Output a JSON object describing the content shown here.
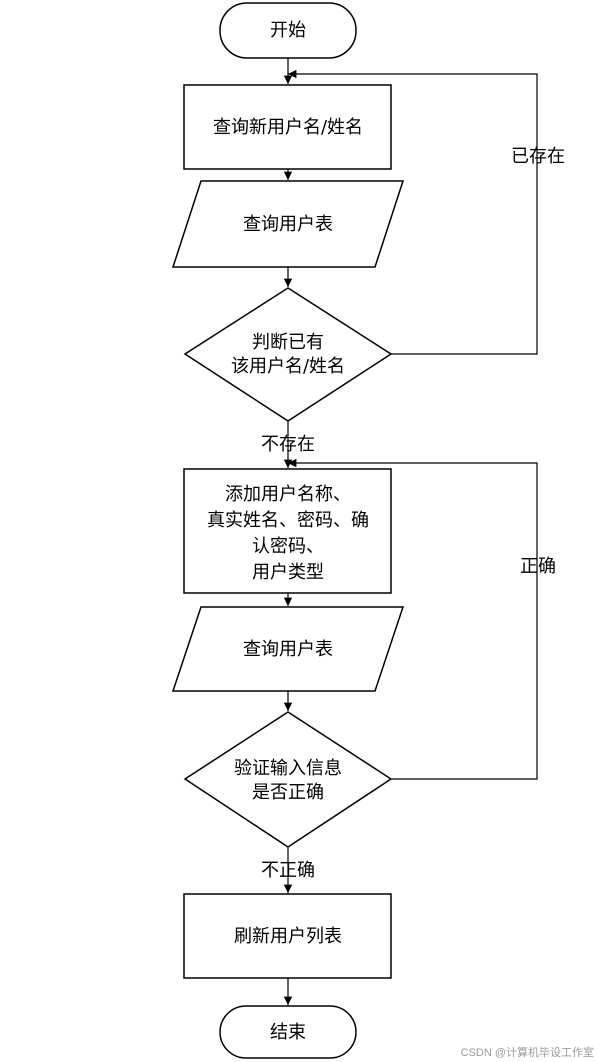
{
  "flowchart": {
    "start": "开始",
    "query_name": "查询新用户名/姓名",
    "query_table_1": "查询用户表",
    "check_exists": [
      "判断已有",
      "该用户名/姓名"
    ],
    "exists_label": "已存在",
    "not_exists_label": "不存在",
    "add_user": [
      "添加用户名称、",
      "真实姓名、密码、确",
      "认密码、",
      "用户类型"
    ],
    "query_table_2": "查询用户表",
    "validate": [
      "验证输入信息",
      "是否正确"
    ],
    "correct_label": "正确",
    "incorrect_label": "不正确",
    "refresh": "刷新用户列表",
    "end": "结束"
  },
  "watermark": "CSDN @计算机毕设工作室"
}
